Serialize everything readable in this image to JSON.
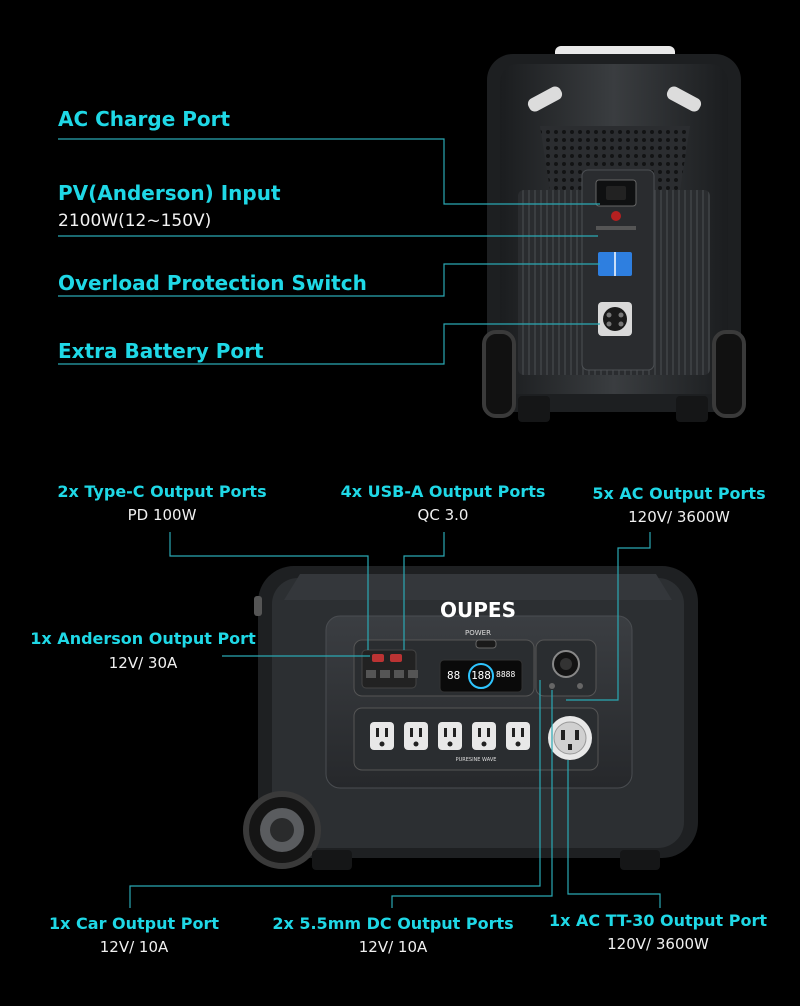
{
  "top": {
    "ac_charge": "AC Charge Port",
    "pv_input": "PV(Anderson) Input",
    "pv_spec": "2100W(12~150V)",
    "overload": "Overload Protection Switch",
    "extra_battery": "Extra Battery Port"
  },
  "bottom": {
    "typec": {
      "title": "2x Type-C Output Ports",
      "spec": "PD 100W"
    },
    "usba": {
      "title": "4x USB-A Output Ports",
      "spec": "QC 3.0"
    },
    "ac_out": {
      "title": "5x AC Output Ports",
      "spec": "120V/ 3600W"
    },
    "anderson_out": {
      "title": "1x Anderson Output Port",
      "spec": "12V/ 30A"
    },
    "car": {
      "title": "1x Car Output Port",
      "spec": "12V/ 10A"
    },
    "dc55": {
      "title": "2x 5.5mm DC Output Ports",
      "spec": "12V/ 10A"
    },
    "tt30": {
      "title": "1x AC TT-30 Output Port",
      "spec": "120V/ 3600W"
    }
  },
  "device": {
    "brand": "OUPES",
    "power_label": "POWER",
    "wave_label": "PURESINE WAVE",
    "display_left": "88",
    "display_center": "188",
    "display_right": "8888"
  },
  "colors": {
    "accent": "#1fd8e6",
    "body": "#2d3033",
    "panel": "#3a3d41"
  }
}
